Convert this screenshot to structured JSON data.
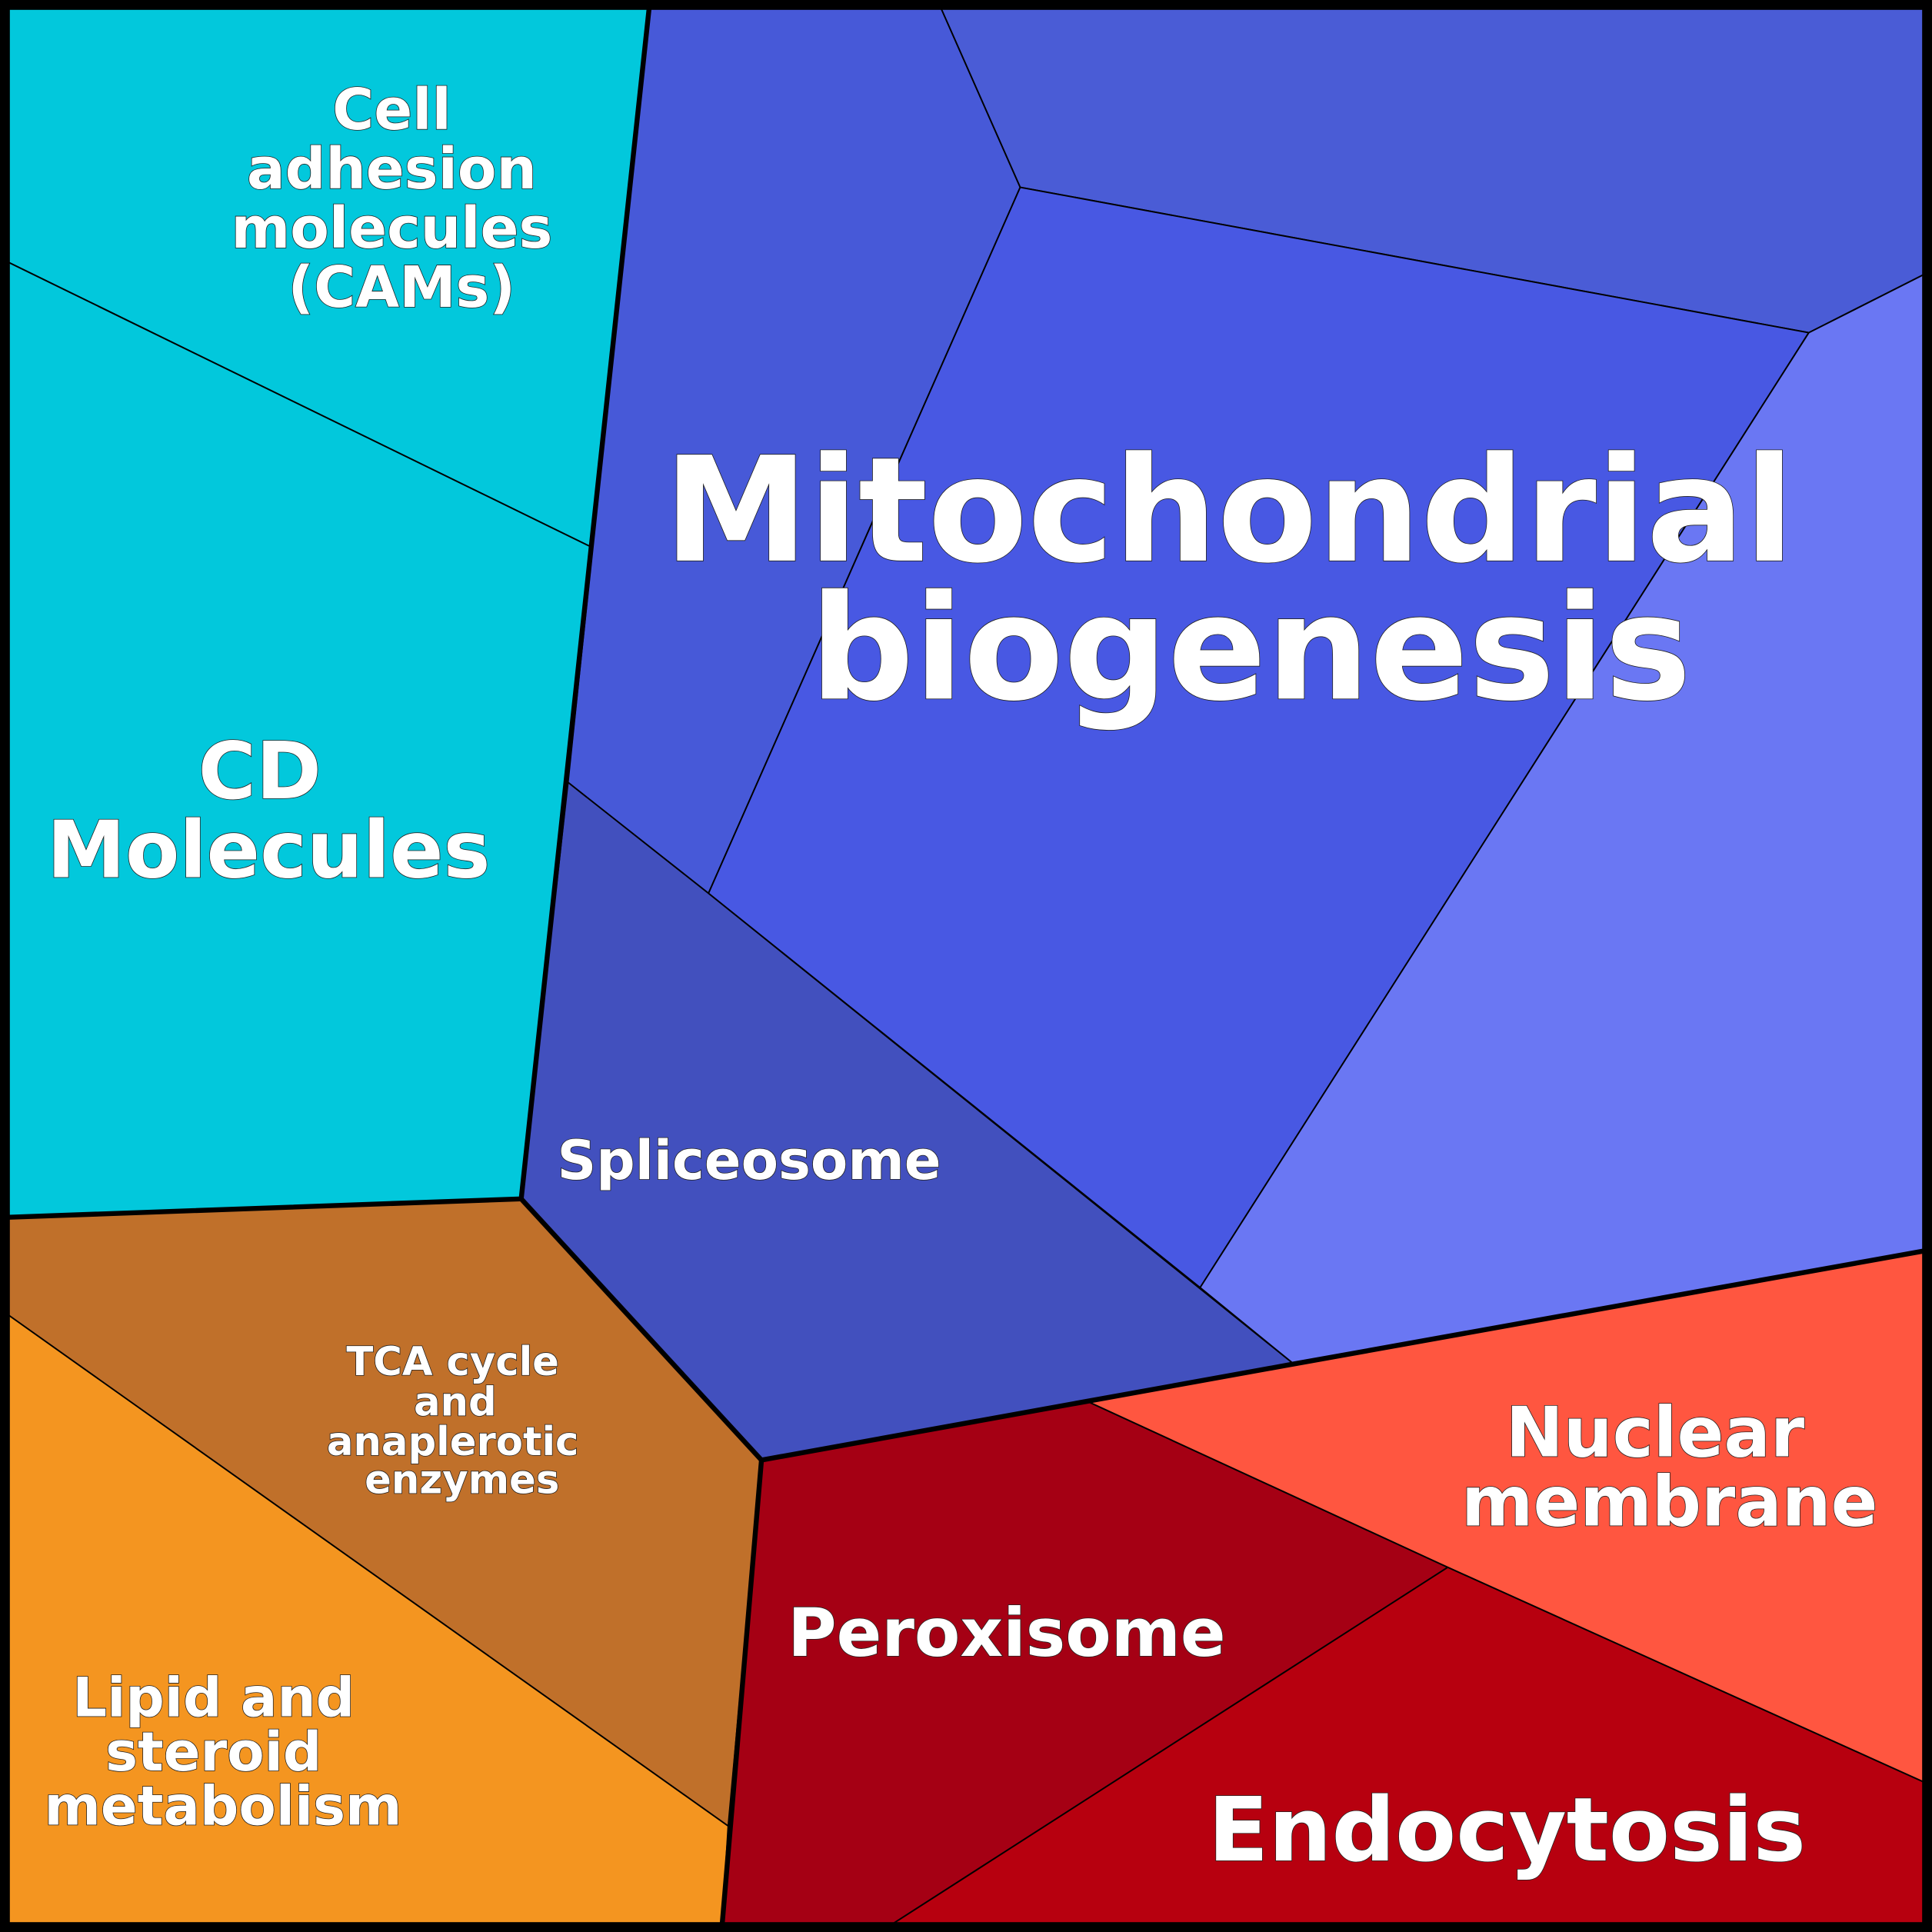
{
  "title": "Voronoi treemap of functional categories",
  "colors": {
    "cams": "#02c8dc",
    "cd": "#02c8dc",
    "mito_left": "#4759d8",
    "mito_top": "#4a5cd6",
    "mito_main": "#4858e3",
    "mito_right": "#6a77f3",
    "spliceosome": "#4250be",
    "tca": "#c0702a",
    "lipid": "#f49520",
    "peroxisome": "#a50014",
    "endocytosis": "#b7000f",
    "nuclear": "#ff5640"
  },
  "labels": {
    "cams": [
      "Cell",
      "adhesion",
      "molecules",
      "(CAMs)"
    ],
    "cd": [
      "CD",
      "Molecules"
    ],
    "mito": [
      "Mitochondrial",
      "biogenesis"
    ],
    "spliceosome": [
      "Spliceosome"
    ],
    "tca": [
      "TCA cycle",
      "and",
      "anaplerotic",
      "enzymes"
    ],
    "lipid": [
      "Lipid and",
      "steroid",
      "metabolism"
    ],
    "peroxisome": [
      "Peroxisome"
    ],
    "endocytosis": [
      "Endocytosis"
    ],
    "nuclear": [
      "Nuclear",
      "membrane"
    ]
  }
}
